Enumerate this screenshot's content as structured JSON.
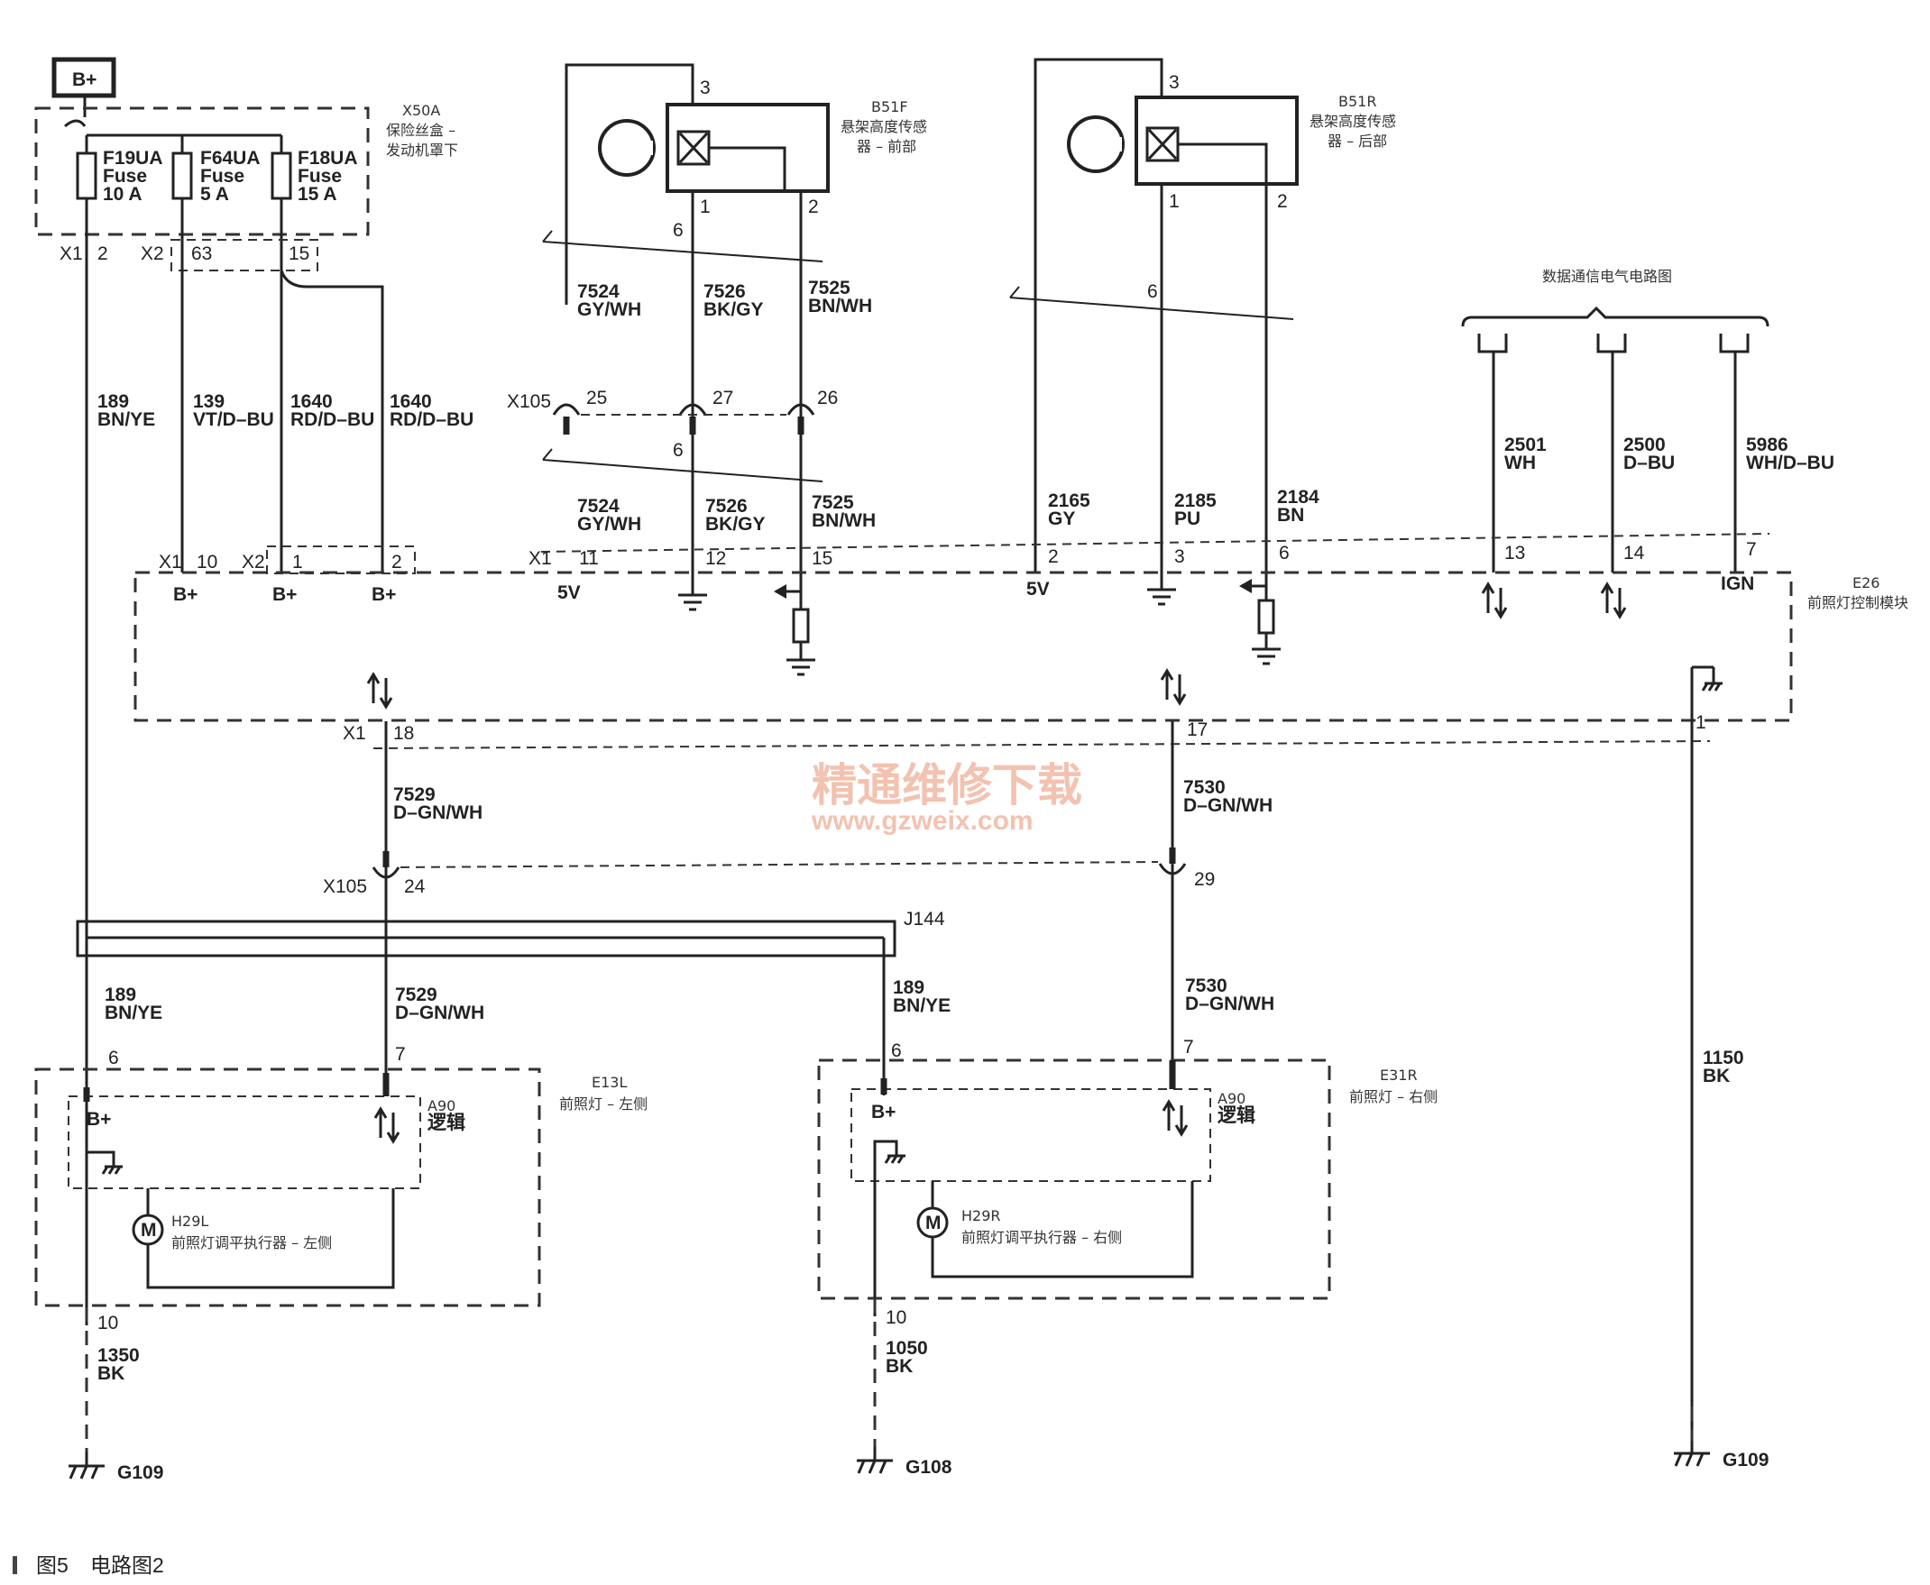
{
  "supply": "B+",
  "fuse_box": {
    "ref": "X50A",
    "name": "保险丝盒 –",
    "name2": "发动机罩下"
  },
  "fuses": [
    {
      "name": "F19UA",
      "type": "Fuse",
      "rating": "10 A"
    },
    {
      "name": "F64UA",
      "type": "Fuse",
      "rating": "5 A"
    },
    {
      "name": "F18UA",
      "type": "Fuse",
      "rating": "15 A"
    }
  ],
  "fuse_pins": {
    "x1": "X1",
    "p1": "2",
    "x2": "X2",
    "p2": "63",
    "p3": "15"
  },
  "wires_left": [
    {
      "num": "189",
      "color": "BN/YE"
    },
    {
      "num": "139",
      "color": "VT/D–BU"
    },
    {
      "num": "1640",
      "color": "RD/D–BU"
    },
    {
      "num": "1640",
      "color": "RD/D–BU"
    }
  ],
  "sensor_front": {
    "ref": "B51F",
    "name": "悬架高度传感",
    "name2": "器 – 前部",
    "pin_top": "3",
    "pin_a": "1",
    "pin_b": "2",
    "shield": "6"
  },
  "sensor_rear": {
    "ref": "B51R",
    "name": "悬架高度传感",
    "name2": "器 – 后部",
    "pin_top": "3",
    "pin_a": "1",
    "pin_b": "2",
    "shield": "6"
  },
  "front_wires": [
    {
      "num": "7524",
      "color": "GY/WH"
    },
    {
      "num": "7526",
      "color": "BK/GY"
    },
    {
      "num": "7525",
      "color": "BN/WH"
    }
  ],
  "x105_top": {
    "ref": "X105",
    "pins": [
      "25",
      "27",
      "26"
    ],
    "shield": "6"
  },
  "rear_wires": [
    {
      "num": "2165",
      "color": "GY"
    },
    {
      "num": "2185",
      "color": "PU"
    },
    {
      "num": "2184",
      "color": "BN"
    }
  ],
  "data_comm": "数据通信电气电路图",
  "data_wires": [
    {
      "num": "2501",
      "color": "WH"
    },
    {
      "num": "2500",
      "color": "D–BU"
    },
    {
      "num": "5986",
      "color": "WH/D–BU"
    }
  ],
  "module": {
    "ref": "E26",
    "name": "前照灯控制模块",
    "x1": "X1",
    "x2": "X2",
    "pins": [
      "10",
      "1",
      "2",
      "11",
      "12",
      "15",
      "2",
      "3",
      "6",
      "13",
      "14",
      "7",
      "18",
      "17",
      "1"
    ],
    "labels": {
      "bplus": "B+",
      "v5": "5V",
      "ign": "IGN"
    }
  },
  "mid_wires": [
    {
      "num": "7529",
      "color": "D–GN/WH"
    },
    {
      "num": "7530",
      "color": "D–GN/WH"
    }
  ],
  "x105_bottom": {
    "ref": "X105",
    "pins": [
      "24",
      "29"
    ]
  },
  "splice": "J144",
  "lower_wires": [
    {
      "num": "189",
      "color": "BN/YE"
    },
    {
      "num": "7529",
      "color": "D–GN/WH"
    },
    {
      "num": "189",
      "color": "BN/YE"
    },
    {
      "num": "7530",
      "color": "D–GN/WH"
    }
  ],
  "headlamp_left": {
    "ref": "E13L",
    "name": "前照灯 – 左侧",
    "pin_b": "6",
    "pin_l": "7",
    "pin_g": "10",
    "logic": "A90",
    "logic_name": "逻辑",
    "bplus": "B+",
    "motor": "M",
    "motor_ref": "H29L",
    "motor_name": "前照灯调平执行器 – 左侧"
  },
  "headlamp_right": {
    "ref": "E31R",
    "name": "前照灯 – 右侧",
    "pin_b": "6",
    "pin_l": "7",
    "pin_g": "10",
    "logic": "A90",
    "logic_name": "逻辑",
    "bplus": "B+",
    "motor": "M",
    "motor_ref": "H29R",
    "motor_name": "前照灯调平执行器 – 右侧"
  },
  "ground_wires": [
    {
      "num": "1350",
      "color": "BK"
    },
    {
      "num": "1050",
      "color": "BK"
    },
    {
      "num": "1150",
      "color": "BK"
    }
  ],
  "grounds": [
    "G109",
    "G108",
    "G109"
  ],
  "watermark": {
    "cn": "精通维修下载",
    "url": "www.gzweix.com"
  },
  "caption": {
    "fig": "图5",
    "title": "电路图2"
  }
}
